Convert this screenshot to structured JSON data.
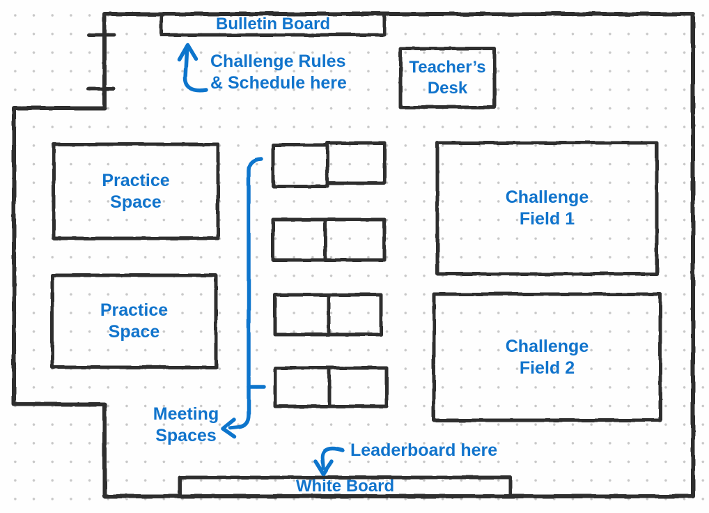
{
  "colors": {
    "blue": "#1174cc",
    "wall": "#2e2e2e",
    "dot": "#c8c8c8"
  },
  "fixtures": {
    "bulletin_board": "Bulletin Board",
    "teachers_desk": [
      "Teacher’s",
      "Desk"
    ],
    "practice_space_1": [
      "Practice",
      "Space"
    ],
    "practice_space_2": [
      "Practice",
      "Space"
    ],
    "challenge_field_1": [
      "Challenge",
      "Field 1"
    ],
    "challenge_field_2": [
      "Challenge",
      "Field 2"
    ],
    "white_board": "White Board"
  },
  "annotations": {
    "rules_note": [
      "Challenge Rules",
      "& Schedule here"
    ],
    "meeting_note": [
      "Meeting",
      "Spaces"
    ],
    "leaderboard_note": "Leaderboard here"
  }
}
